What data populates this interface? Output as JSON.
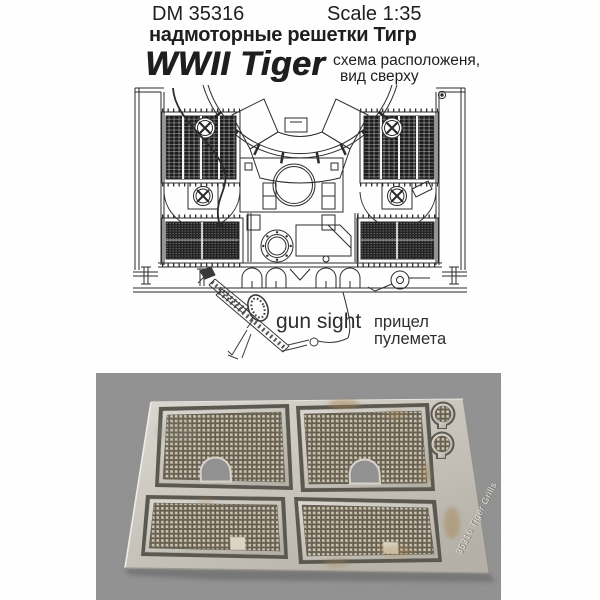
{
  "header": {
    "product_code": "DM 35316",
    "scale": "Scale 1:35",
    "title_ru": "надмоторные решетки Тигр",
    "title_en": "WWII Tiger",
    "subtitle_line1": "схема расположеня,",
    "subtitle_line2": "вид сверху"
  },
  "diagram": {
    "label_gun_sight": "gun sight",
    "label_gun_sight_ru_line1": "прицел",
    "label_gun_sight_ru_line2": "пулемета"
  },
  "photo": {
    "etched_text": "35316 Tiger Grills"
  },
  "colors": {
    "ink": "#2b2b2b",
    "photo_background": "#909090",
    "fret_metal": "#ccc8c0",
    "mesh_dark": "#60594a",
    "mesh_light": "#cdc5b0"
  }
}
